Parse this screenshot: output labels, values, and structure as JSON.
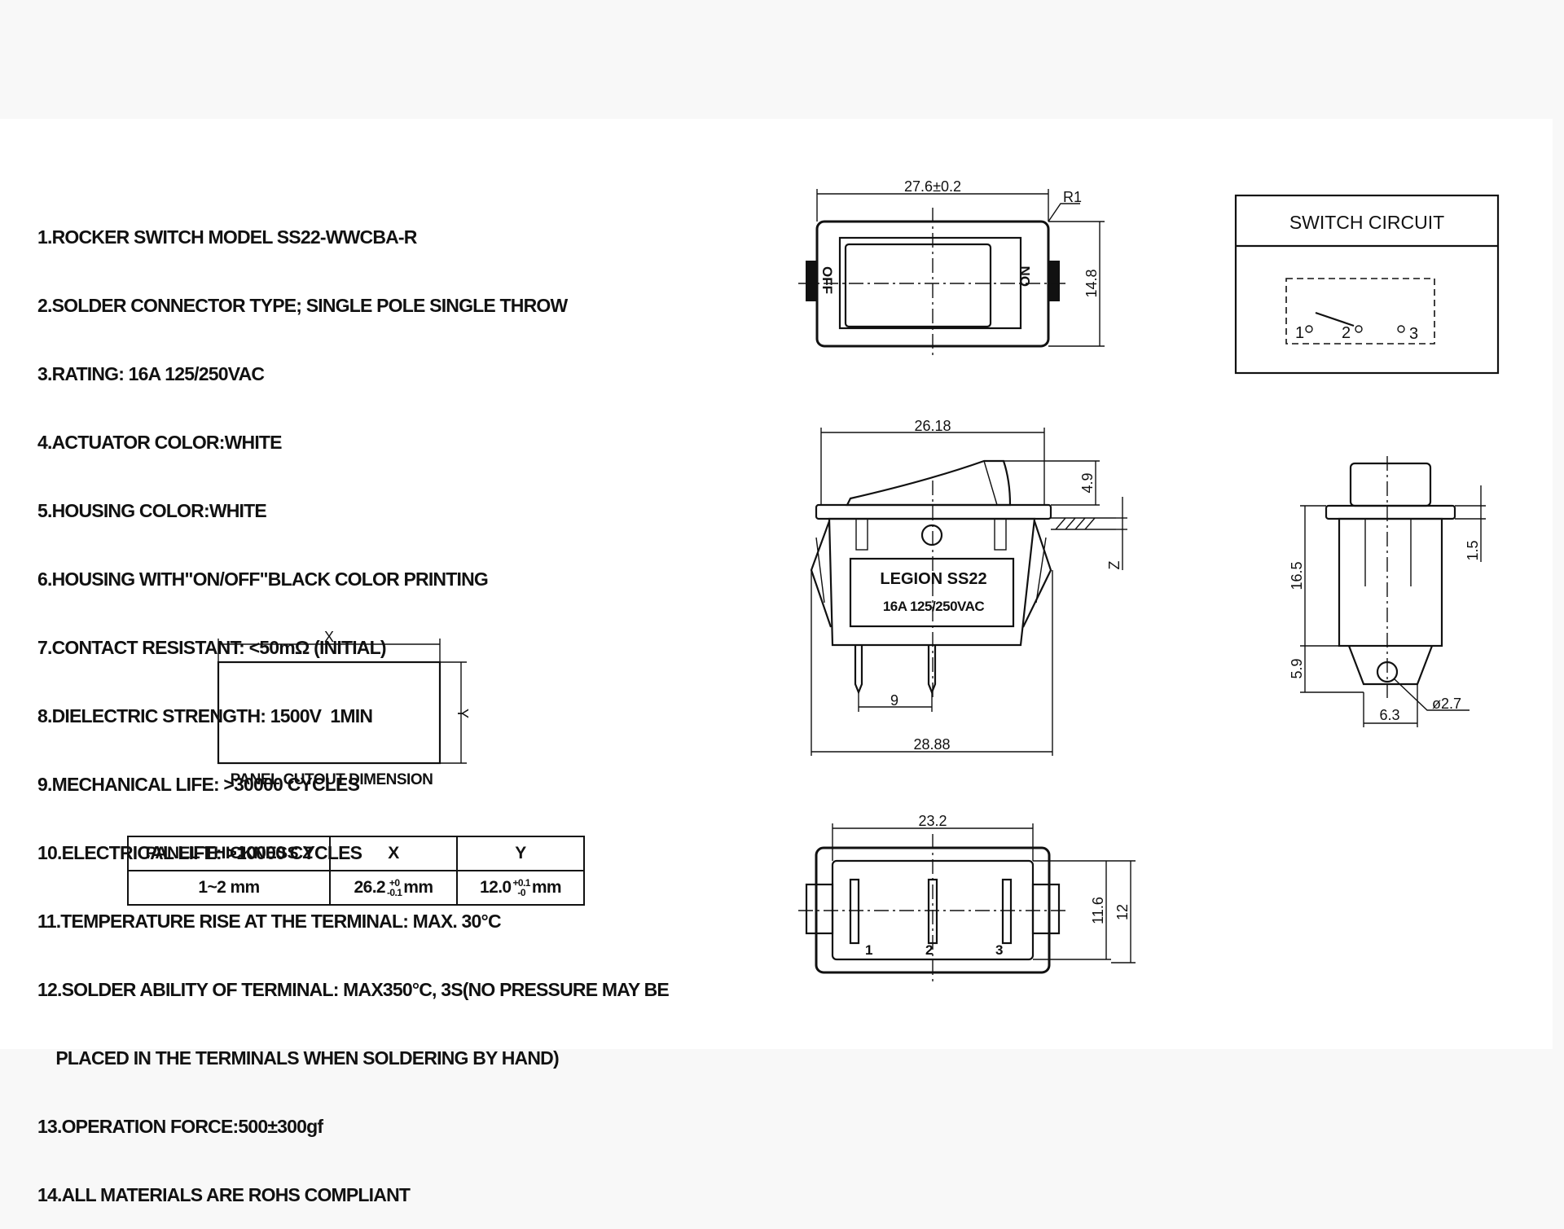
{
  "notes": [
    "1.ROCKER SWITCH MODEL SS22-WWCBA-R",
    "2.SOLDER CONNECTOR TYPE; SINGLE POLE SINGLE THROW",
    "3.RATING: 16A 125/250VAC",
    "4.ACTUATOR COLOR:WHITE",
    "5.HOUSING COLOR:WHITE",
    "6.HOUSING WITH\"ON/OFF\"BLACK COLOR PRINTING",
    "7.CONTACT RESISTANT: <50mΩ (INITIAL)",
    "8.DIELECTRIC STRENGTH: 1500V  1MIN",
    "9.MECHANICAL LIFE: >30000 CYCLES",
    "10.ELECTRICAL LIFE: >10000 CYCLES",
    "11.TEMPERATURE RISE AT THE TERMINAL: MAX. 30°C",
    "12.SOLDER ABILITY OF TERMINAL: MAX350°C, 3S(NO PRESSURE MAY BE",
    "    PLACED IN THE TERMINALS WHEN SOLDERING BY HAND)",
    "13.OPERATION FORCE:500±300gf",
    "14.ALL MATERIALS ARE ROHS COMPLIANT"
  ],
  "panel_cutout": {
    "caption": "PANEL CUTOUT DIMENSION",
    "x_label": "X",
    "y_label": "Y"
  },
  "table": {
    "headers": [
      "PANEL THICKNESS  Z",
      "X",
      "Y"
    ],
    "thickness": "1~2 mm",
    "x_value": {
      "base": "26.2",
      "upper": "+0",
      "lower": "-0.1",
      "unit": "mm"
    },
    "y_value": {
      "base": "12.0",
      "upper": "+0.1",
      "lower": "-0",
      "unit": "mm"
    }
  },
  "top_view": {
    "width_dim": "27.6±0.2",
    "radius_dim": "R1",
    "height_dim": "14.8",
    "off_label": "OFF",
    "on_label": "ON"
  },
  "switch_circuit": {
    "title": "SWITCH CIRCUIT",
    "terminal_1": "1",
    "terminal_2": "2",
    "terminal_3": "3"
  },
  "front_view": {
    "top_width_dim": "26.18",
    "rocker_height_dim": "4.9",
    "panel_dim": "Z",
    "brand_text": "LEGION  SS22",
    "rating_text": "16A 125/250VAC",
    "terminal_pitch_dim": "9",
    "bottom_width_dim": "28.88"
  },
  "side_view": {
    "flange_dim": "1.5",
    "body_height_dim": "16.5",
    "terminal_height_dim": "5.9",
    "hole_dim": "ø2.7",
    "terminal_width_dim": "6.3"
  },
  "bottom_view": {
    "width_dim": "23.2",
    "inner_height_dim": "11.6",
    "outer_height_dim": "12",
    "pin_1": "1",
    "pin_2": "2",
    "pin_3": "3"
  }
}
